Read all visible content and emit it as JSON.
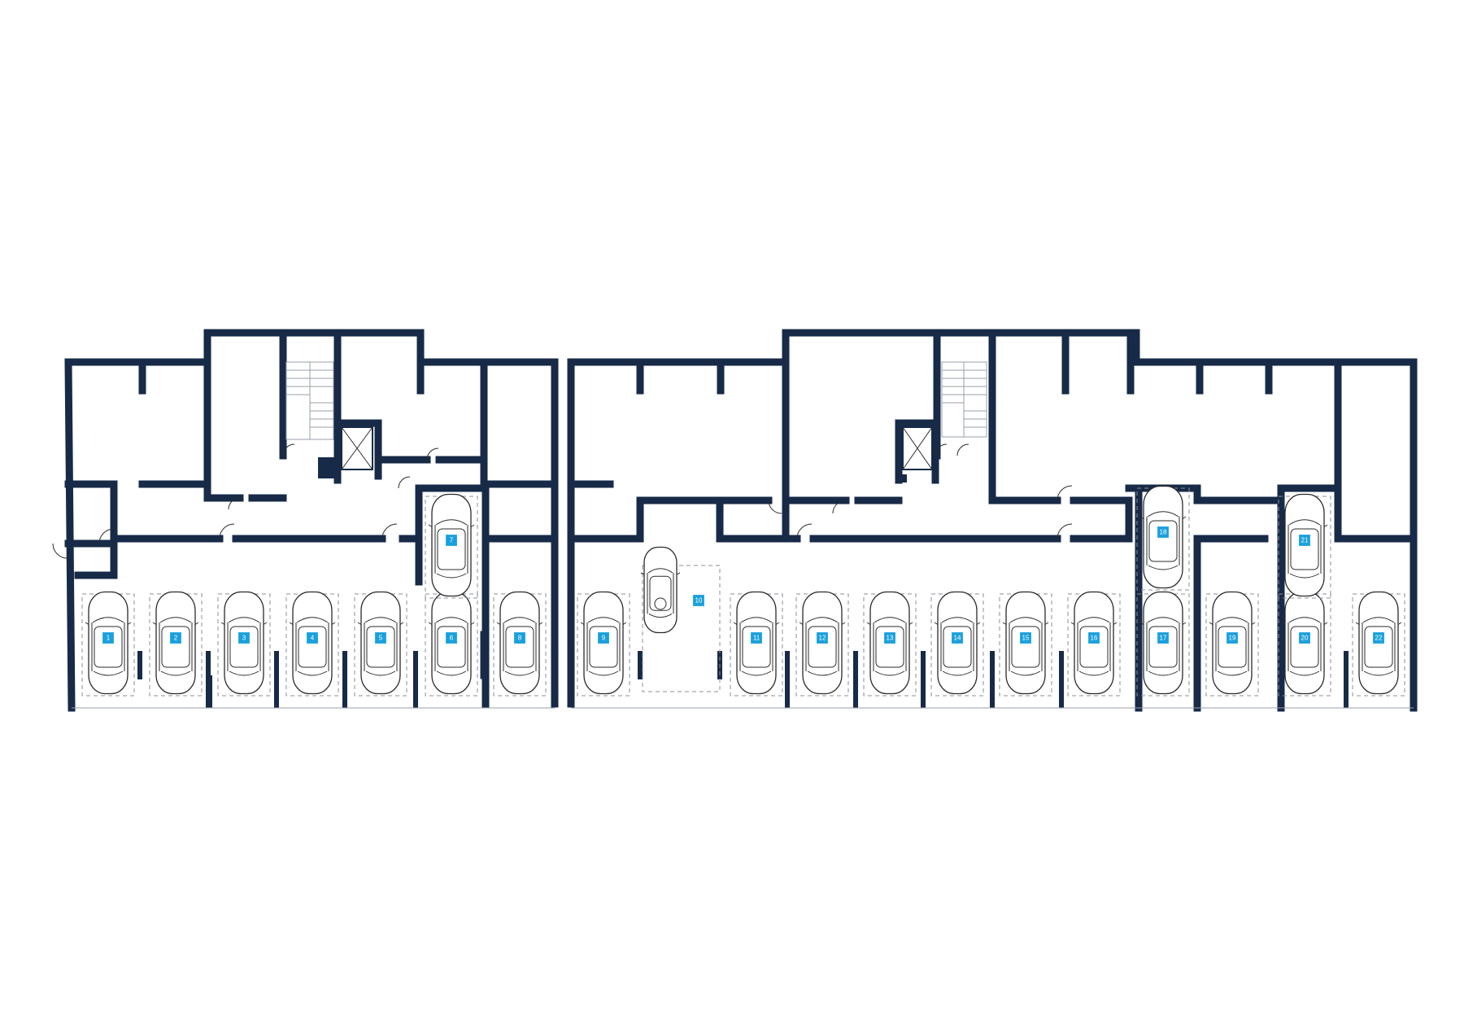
{
  "floor_plan": {
    "colors": {
      "wall": "#172a47",
      "badge": "#1aa0dc",
      "badge_text": "#ffffff",
      "background": "#ffffff"
    },
    "icons": [
      "car-icon",
      "stair-icon",
      "elevator-icon",
      "door-swing-icon",
      "parking-number-badge"
    ],
    "parking_spaces": [
      {
        "label": "1"
      },
      {
        "label": "2"
      },
      {
        "label": "3"
      },
      {
        "label": "4"
      },
      {
        "label": "5"
      },
      {
        "label": "6"
      },
      {
        "label": "7"
      },
      {
        "label": "8"
      },
      {
        "label": "9"
      },
      {
        "label": "10"
      },
      {
        "label": "11"
      },
      {
        "label": "12"
      },
      {
        "label": "13"
      },
      {
        "label": "14"
      },
      {
        "label": "15"
      },
      {
        "label": "16"
      },
      {
        "label": "17"
      },
      {
        "label": "18"
      },
      {
        "label": "19"
      },
      {
        "label": "20"
      },
      {
        "label": "21"
      },
      {
        "label": "22"
      }
    ]
  }
}
